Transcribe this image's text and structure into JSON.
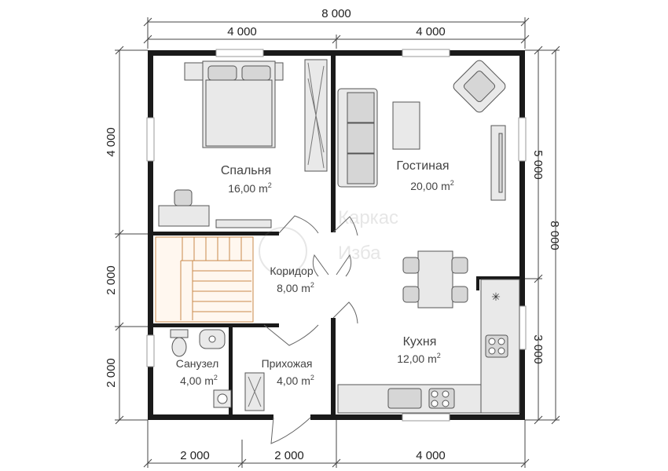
{
  "dimensions": {
    "top_total": "8 000",
    "top_left": "4 000",
    "top_right": "4 000",
    "left_upper": "4 000",
    "left_middle": "2 000",
    "left_lower": "2 000",
    "right_upper": "5 000",
    "right_lower": "3 000",
    "right_total": "8 000",
    "bottom_1": "2 000",
    "bottom_2": "2 000",
    "bottom_3": "4 000"
  },
  "rooms": [
    {
      "id": "bedroom",
      "name": "Спальня",
      "area": "16,00 m",
      "sup": "2"
    },
    {
      "id": "living",
      "name": "Гостиная",
      "area": "20,00 m",
      "sup": "2"
    },
    {
      "id": "corridor",
      "name": "Коридор",
      "area": "8,00 m",
      "sup": "2"
    },
    {
      "id": "kitchen",
      "name": "Кухня",
      "area": "12,00 m",
      "sup": "2"
    },
    {
      "id": "bathroom",
      "name": "Санузел",
      "area": "4,00 m",
      "sup": "2"
    },
    {
      "id": "hallway",
      "name": "Прихожая",
      "area": "4,00 m",
      "sup": "2"
    }
  ],
  "watermark": {
    "line1": "Каркас",
    "line2": "Изба"
  },
  "icons": {
    "door": "door-swing-icon",
    "window": "window-icon",
    "stair": "staircase-icon"
  }
}
